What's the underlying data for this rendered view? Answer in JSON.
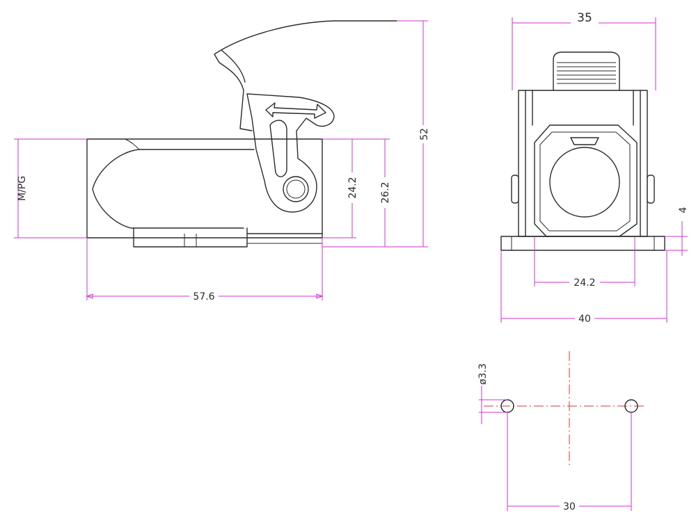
{
  "colors": {
    "outline": "#2a2a2a",
    "dimension": "#cc33cc",
    "centerline": "#d23a3a",
    "background": "#ffffff"
  },
  "side_view": {
    "dim_width": "57.6",
    "dim_inner_height": "24.2",
    "dim_outer_height": "26.2",
    "dim_total_height": "52",
    "dim_thread": "M/PG"
  },
  "front_view": {
    "dim_top_width": "35",
    "dim_flange_thickness": "4",
    "dim_inner_width": "24.2",
    "dim_base_width": "40"
  },
  "hole_pattern": {
    "dim_hole_diameter": "ø3.3",
    "dim_hole_spacing": "30"
  }
}
